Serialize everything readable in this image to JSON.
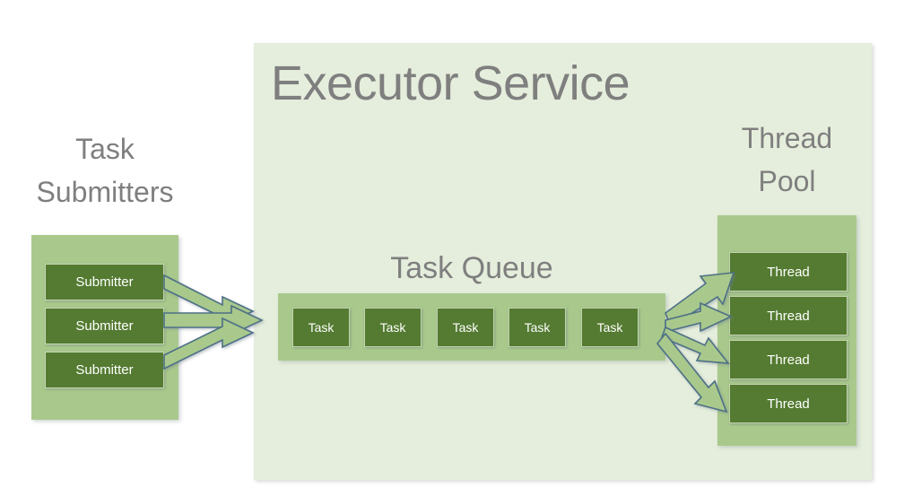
{
  "diagram": {
    "title": "Executor Service",
    "background_color": "#e5eedc",
    "panel_color": "#a9c98c",
    "box_color": "#547b31",
    "text_color": "#7f7f7f",
    "arrow_fill": "#a9c98c",
    "arrow_stroke": "#4e6f86"
  },
  "submitters": {
    "title": "Task\nSubmitters",
    "title_line1": "Task",
    "title_line2": "Submitters",
    "items": [
      {
        "label": "Submitter"
      },
      {
        "label": "Submitter"
      },
      {
        "label": "Submitter"
      }
    ]
  },
  "queue": {
    "title": "Task Queue",
    "items": [
      {
        "label": "Task"
      },
      {
        "label": "Task"
      },
      {
        "label": "Task"
      },
      {
        "label": "Task"
      },
      {
        "label": "Task"
      }
    ]
  },
  "thread_pool": {
    "title_line1": "Thread",
    "title_line2": "Pool",
    "items": [
      {
        "label": "Thread"
      },
      {
        "label": "Thread"
      },
      {
        "label": "Thread"
      },
      {
        "label": "Thread"
      }
    ]
  },
  "arrows": {
    "submitter_to_queue_count": 3,
    "queue_to_thread_count": 4
  }
}
